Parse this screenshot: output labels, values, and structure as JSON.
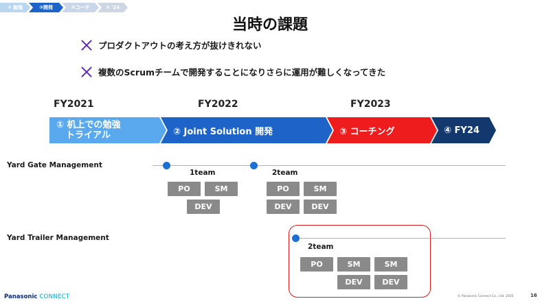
{
  "breadcrumb": {
    "items": [
      {
        "label": "① 勉強",
        "color": "#b8d6ee"
      },
      {
        "label": "②開発",
        "color": "#1e64c8"
      },
      {
        "label": "③コーチ",
        "color": "#c9d7e8"
      },
      {
        "label": "④ '24",
        "color": "#cdd6e2"
      }
    ]
  },
  "title": "当時の課題",
  "issues": [
    "プロダクトアウトの考え方が抜けきれない",
    "複数のScrumチームで開発することになりさらに運用が難しくなってきた"
  ],
  "fiscal_years": [
    "FY2021",
    "FY2022",
    "FY2023"
  ],
  "phases": [
    {
      "label_line1": "① 机上での勉強",
      "label_line2": "トライアル",
      "color": "#5aa9ef"
    },
    {
      "label_line1": "② Joint Solution 開発",
      "label_line2": "",
      "color": "#1e64c8"
    },
    {
      "label_line1": "③ コーチング",
      "label_line2": "",
      "color": "#ee1c1c"
    },
    {
      "label_line1": "④ FY24",
      "label_line2": "",
      "color": "#12386e"
    }
  ],
  "rows": {
    "gate": {
      "label": "Yard Gate Management",
      "teams": [
        {
          "label": "1team",
          "roles_top": [
            "PO",
            "SM"
          ],
          "roles_bottom": [
            "DEV"
          ]
        },
        {
          "label": "2team",
          "roles_top": [
            "PO",
            "SM"
          ],
          "roles_bottom": [
            "DEV",
            "DEV"
          ]
        }
      ]
    },
    "trailer": {
      "label": "Yard Trailer Management",
      "teams": [
        {
          "label": "2team",
          "roles_top": [
            "PO",
            "SM",
            "SM"
          ],
          "roles_bottom": [
            "DEV",
            "DEV"
          ]
        }
      ]
    }
  },
  "footer": {
    "brand_main": "Panasonic",
    "brand_sub": "CONNECT",
    "copyright": "© Panasonic Connect Co., Ltd. 2025",
    "page_number": "16"
  },
  "colors": {
    "role_box": "#8a8a8a",
    "timeline": "#7fc0e8",
    "timeline_dot": "#1d6fd1",
    "highlight_border": "#e01a1a",
    "issue_x": "#5a2ab8"
  }
}
